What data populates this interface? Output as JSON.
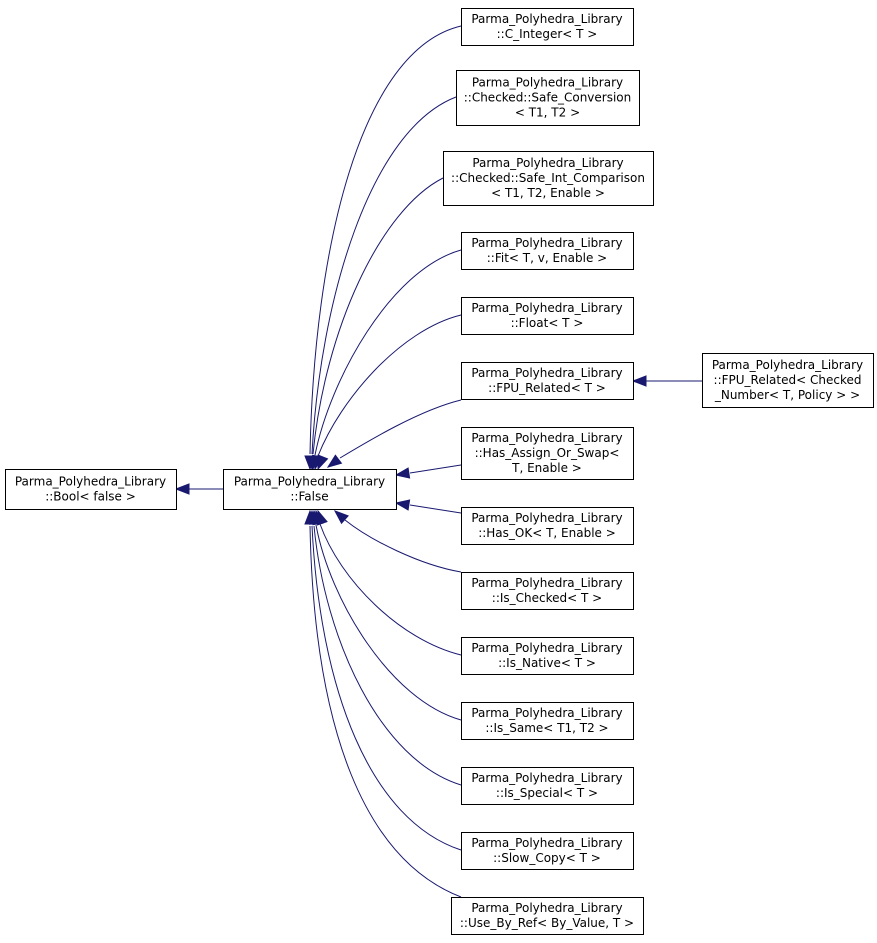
{
  "diagram": {
    "type": "inheritance-graph",
    "colors": {
      "edge": "#191970",
      "node_border": "#000000",
      "node_fill": "#ffffff",
      "text": "#000000"
    },
    "nodes": [
      {
        "id": "bool_false",
        "lines": [
          "Parma_Polyhedra_Library",
          "::Bool< false >"
        ]
      },
      {
        "id": "false",
        "lines": [
          "Parma_Polyhedra_Library",
          "::False"
        ]
      },
      {
        "id": "c_integer",
        "lines": [
          "Parma_Polyhedra_Library",
          "::C_Integer< T >"
        ]
      },
      {
        "id": "safe_conversion",
        "lines": [
          "Parma_Polyhedra_Library",
          "::Checked::Safe_Conversion",
          "< T1, T2 >"
        ]
      },
      {
        "id": "safe_int_comparison",
        "lines": [
          "Parma_Polyhedra_Library",
          "::Checked::Safe_Int_Comparison",
          "< T1, T2, Enable >"
        ]
      },
      {
        "id": "fit",
        "lines": [
          "Parma_Polyhedra_Library",
          "::Fit< T, v, Enable >"
        ]
      },
      {
        "id": "float",
        "lines": [
          "Parma_Polyhedra_Library",
          "::Float< T >"
        ]
      },
      {
        "id": "fpu_related",
        "lines": [
          "Parma_Polyhedra_Library",
          "::FPU_Related< T >"
        ]
      },
      {
        "id": "has_assign_or_swap",
        "lines": [
          "Parma_Polyhedra_Library",
          "::Has_Assign_Or_Swap<",
          " T, Enable >"
        ]
      },
      {
        "id": "has_ok",
        "lines": [
          "Parma_Polyhedra_Library",
          "::Has_OK< T, Enable >"
        ]
      },
      {
        "id": "is_checked",
        "lines": [
          "Parma_Polyhedra_Library",
          "::Is_Checked< T >"
        ]
      },
      {
        "id": "is_native",
        "lines": [
          "Parma_Polyhedra_Library",
          "::Is_Native< T >"
        ]
      },
      {
        "id": "is_same",
        "lines": [
          "Parma_Polyhedra_Library",
          "::Is_Same< T1, T2 >"
        ]
      },
      {
        "id": "is_special",
        "lines": [
          "Parma_Polyhedra_Library",
          "::Is_Special< T >"
        ]
      },
      {
        "id": "slow_copy",
        "lines": [
          "Parma_Polyhedra_Library",
          "::Slow_Copy< T >"
        ]
      },
      {
        "id": "use_by_ref",
        "lines": [
          "Parma_Polyhedra_Library",
          "::Use_By_Ref< By_Value, T >"
        ]
      },
      {
        "id": "fpu_related_checked",
        "lines": [
          "Parma_Polyhedra_Library",
          "::FPU_Related< Checked",
          "_Number< T, Policy > >"
        ]
      }
    ],
    "edges": [
      {
        "from": "false",
        "to": "bool_false"
      },
      {
        "from": "c_integer",
        "to": "false"
      },
      {
        "from": "safe_conversion",
        "to": "false"
      },
      {
        "from": "safe_int_comparison",
        "to": "false"
      },
      {
        "from": "fit",
        "to": "false"
      },
      {
        "from": "float",
        "to": "false"
      },
      {
        "from": "fpu_related",
        "to": "false"
      },
      {
        "from": "has_assign_or_swap",
        "to": "false"
      },
      {
        "from": "has_ok",
        "to": "false"
      },
      {
        "from": "is_checked",
        "to": "false"
      },
      {
        "from": "is_native",
        "to": "false"
      },
      {
        "from": "is_same",
        "to": "false"
      },
      {
        "from": "is_special",
        "to": "false"
      },
      {
        "from": "slow_copy",
        "to": "false"
      },
      {
        "from": "use_by_ref",
        "to": "false"
      },
      {
        "from": "fpu_related_checked",
        "to": "fpu_related"
      }
    ]
  }
}
